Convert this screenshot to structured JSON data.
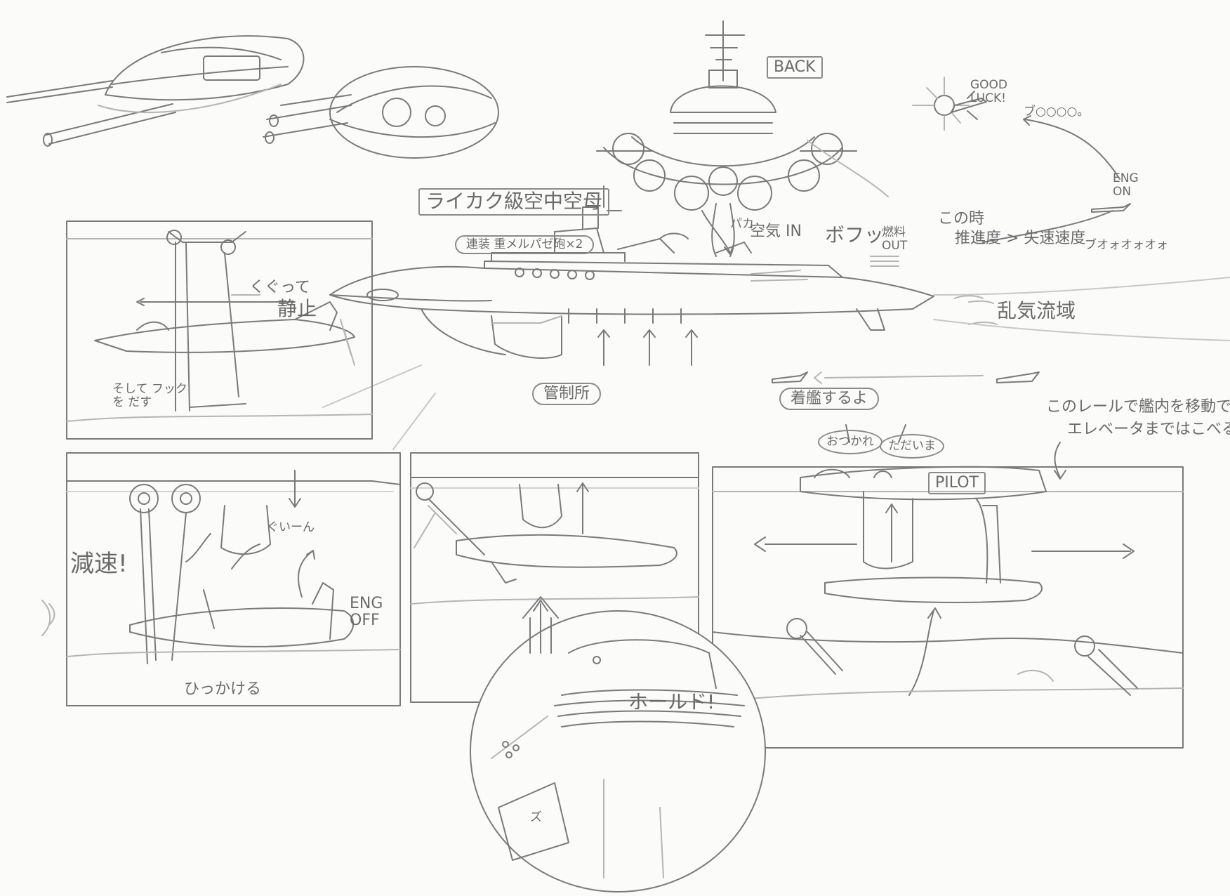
{
  "labels": {
    "back": "BACK",
    "good_luck": "GOOD LUCK!",
    "buooo_trail": "ブ○○○○。",
    "eng_on": "ENG ON",
    "carrier_title": "ライカク級空中空母",
    "guns_label": "連装 重メルパゼ砲×2",
    "pa": "パカ",
    "air_in": "空気 IN",
    "bofu": "ボフッ",
    "fuel_out": "燃料 OUT",
    "this_time": "この時",
    "speed_compare": "推進度 > 失速速度",
    "buooo": "ブオォオォオォ",
    "turbulence": "乱気流域",
    "kugutte": "くぐって",
    "stop": "静止",
    "hook_note": "そして フックを だす",
    "control_room": "管制所",
    "landing_pill": "着艦するよ",
    "rail_note_1": "このレールで艦内を移動できる。",
    "rail_note_2": "エレベータまではこべる",
    "otsukare": "おつかれ",
    "tadaima": "ただいま",
    "pilot": "PILOT",
    "decel": "減速!",
    "guiin": "ぐいーん",
    "eng_off": "ENG OFF",
    "hikkakeru": "ひっかける",
    "hold": "ホールド!",
    "zu": "ズ"
  },
  "colors": {
    "paper": "#fbfbf9",
    "pencil": "#7a7a7a",
    "pencil_light": "#b5b5b5",
    "shade": "#d2d2d2"
  }
}
